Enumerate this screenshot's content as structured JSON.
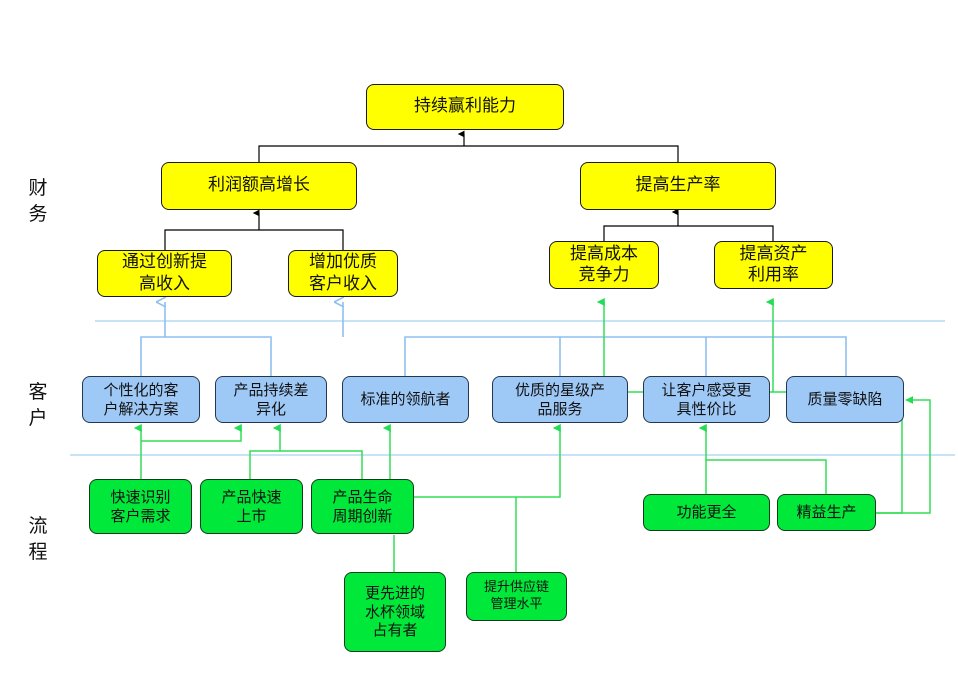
{
  "section_labels": {
    "finance": "财\n务",
    "customer": "客\n户",
    "process": "流\n程"
  },
  "nodes": {
    "sustained_profit": "持续赢利能力",
    "profit_growth": "利润额高增长",
    "productivity": "提高生产率",
    "innovation_income": "通过创新提\n高收入",
    "quality_customer_income": "增加优质\n客户收入",
    "cost_competitiveness": "提高成本\n竞争力",
    "asset_utilization": "提高资产\n利用率",
    "personalized_solution": "个性化的客\n户解决方案",
    "continuous_differentiation": "产品持续差\n异化",
    "standard_leader": "标准的领航者",
    "star_service": "优质的星级产\n品服务",
    "value_for_money": "让客户感受更\n具性价比",
    "zero_defect": "质量零缺陷",
    "identify_needs": "快速识别\n客户需求",
    "fast_launch": "产品快速\n上市",
    "lifecycle_innovation": "产品生命\n周期创新",
    "advanced_leader": "更先进的\n水杯领域\n占有者",
    "supply_chain": "提升供应链\n管理水平",
    "full_function": "功能更全",
    "lean_production": "精益生产"
  },
  "colors": {
    "finance_box": "#ffff00",
    "customer_box": "#9ec9f7",
    "process_box": "#00e83a",
    "finance_link": "#000000",
    "customer_link": "#8fbff0",
    "process_link": "#33dd55",
    "divider": "#a8d0f0"
  }
}
